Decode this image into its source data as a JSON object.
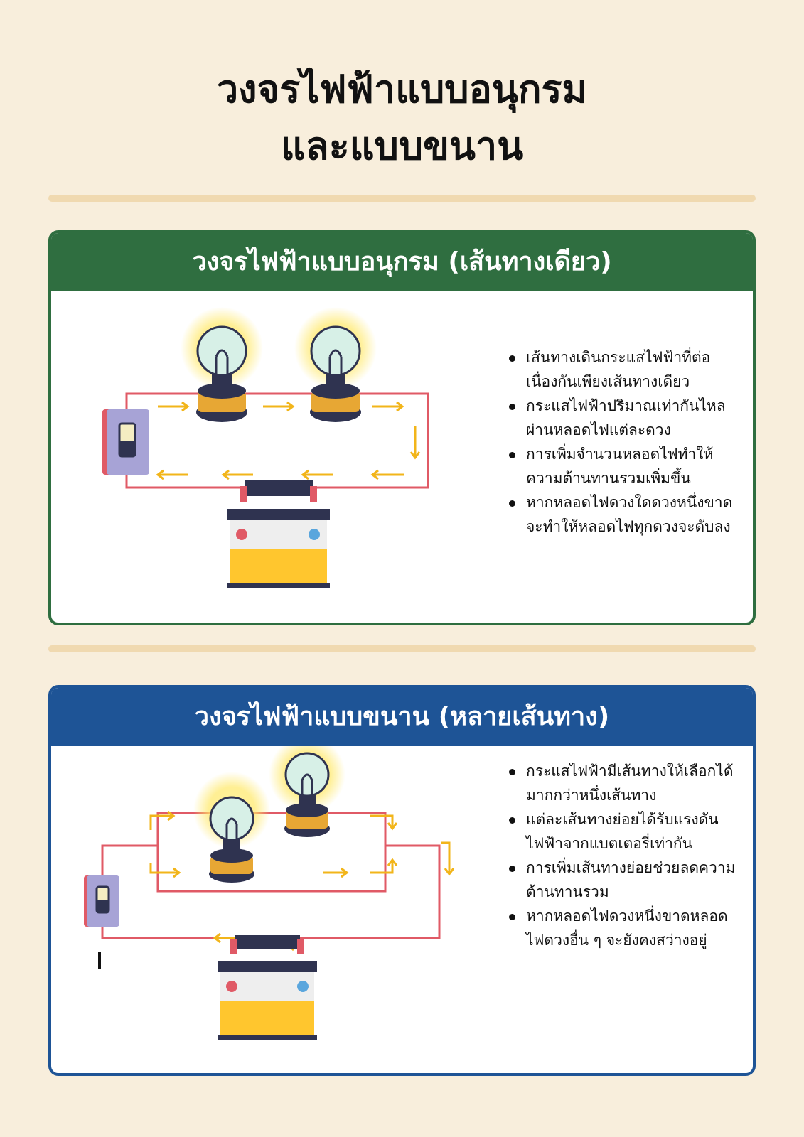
{
  "page": {
    "title_line1": "วงจรไฟฟ้าแบบอนุกรม",
    "title_line2": "และแบบขนาน"
  },
  "series_panel": {
    "heading": "วงจรไฟฟ้าแบบอนุกรม (เส้นทางเดียว)",
    "accent": "#2f6e40",
    "bullets": [
      "เส้นทางเดินกระแสไฟฟ้าที่ต่อเนื่องกันเพียงเส้นทางเดียว",
      "กระแสไฟฟ้าปริมาณเท่ากันไหลผ่านหลอดไฟแต่ละดวง",
      "การเพิ่มจำนวนหลอดไฟทำให้ความต้านทานรวมเพิ่มขึ้น",
      "หากหลอดไฟดวงใดดวงหนึ่งขาดจะทำให้หลอดไฟทุกดวงจะดับลง"
    ]
  },
  "parallel_panel": {
    "heading": "วงจรไฟฟ้าแบบขนาน (หลายเส้นทาง)",
    "accent": "#1e5496",
    "bullets": [
      "กระแสไฟฟ้ามีเส้นทางให้เลือกได้มากกว่าหนึ่งเส้นทาง",
      "แต่ละเส้นทางย่อยได้รับแรงดันไฟฟ้าจากแบตเตอรี่เท่ากัน",
      "การเพิ่มเส้นทางย่อยช่วยลดความต้านทานรวม",
      "หากหลอดไฟดวงหนึ่งขาดหลอดไฟดวงอื่น ๆ จะยังคงสว่างอยู่"
    ]
  },
  "colors": {
    "wire": "#e05a66",
    "arrow": "#f2b51a",
    "battery_body": "#ffc62e",
    "switch_plate": "#a7a3d6"
  },
  "icons": [
    "light-bulb-icon",
    "battery-icon",
    "switch-icon",
    "current-arrow-icon"
  ]
}
